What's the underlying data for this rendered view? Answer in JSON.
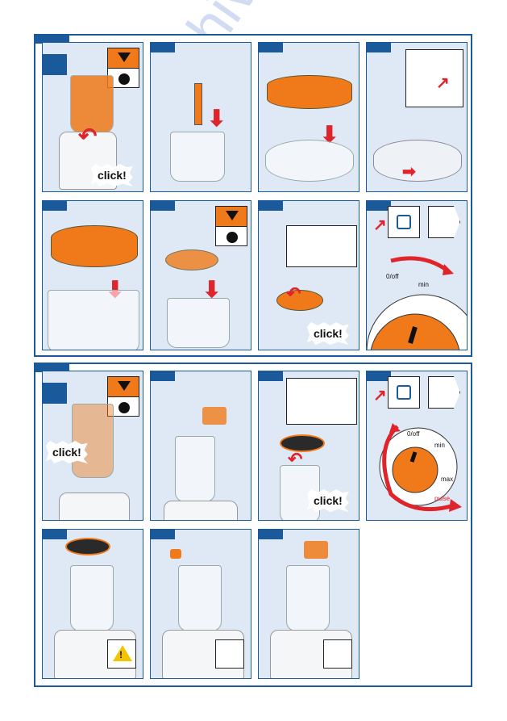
{
  "section1": {
    "panels": [
      {
        "id": "p1",
        "click": "click!",
        "has_hint": true
      },
      {
        "id": "p2"
      },
      {
        "id": "p3"
      },
      {
        "id": "p4"
      },
      {
        "id": "p5"
      },
      {
        "id": "p6",
        "has_hint": true
      },
      {
        "id": "p7",
        "click": "click!"
      },
      {
        "id": "p8",
        "dial": {
          "off_label": "0/off",
          "min_label": "min"
        }
      }
    ]
  },
  "section2": {
    "panels": [
      {
        "id": "q1",
        "click": "click!",
        "has_hint": true
      },
      {
        "id": "q2"
      },
      {
        "id": "q3",
        "click": "click!"
      },
      {
        "id": "q4",
        "dial": {
          "labels": [
            "0/off",
            "min",
            "max",
            "pulse"
          ]
        }
      },
      {
        "id": "q5",
        "warning": "!"
      },
      {
        "id": "q6"
      },
      {
        "id": "q7"
      }
    ]
  },
  "watermark": "manualshive.com",
  "colors": {
    "frame": "#1a5a9a",
    "accent": "#f07a1a",
    "arrow": "#e0242c",
    "panel_bg": "#dfe9f6"
  }
}
